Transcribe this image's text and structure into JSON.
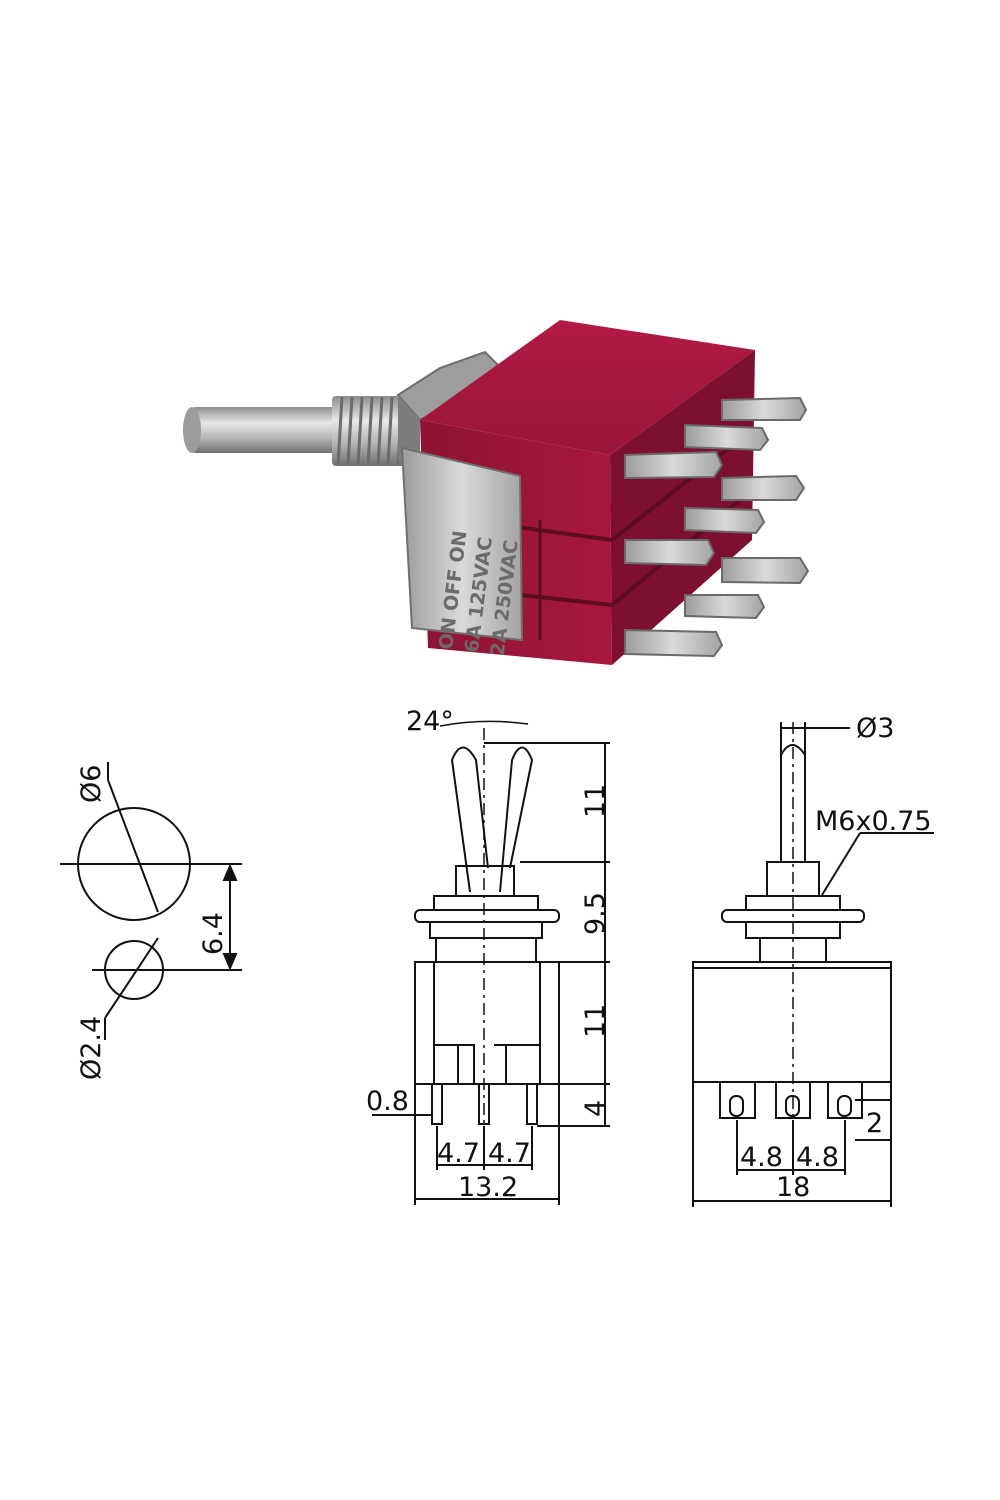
{
  "product": {
    "switch_label_line1": "ON OFF ON",
    "switch_label_line2": "6A 125VAC",
    "switch_label_line3": "2A 250VAC",
    "colors": {
      "housing": "#a0173d",
      "housing_dark": "#6e0f29",
      "metal": "#c9c9c9"
    }
  },
  "drawing": {
    "mount_hole_large": "Ø6",
    "mount_hole_small": "Ø2.4",
    "hole_spacing": "6.4",
    "lever_angle": "24°",
    "lever_length": "11",
    "bushing_height": "9.5",
    "body_height": "11",
    "terminal_length": "4",
    "terminal_thickness": "0.8",
    "pitch_left_1": "4.7",
    "pitch_left_2": "4.7",
    "body_width_side": "13.2",
    "lever_diameter": "Ø3",
    "thread_spec": "M6x0.75",
    "terminal_slot": "2",
    "pitch_front_1": "4.8",
    "pitch_front_2": "4.8",
    "body_width_front": "18"
  }
}
